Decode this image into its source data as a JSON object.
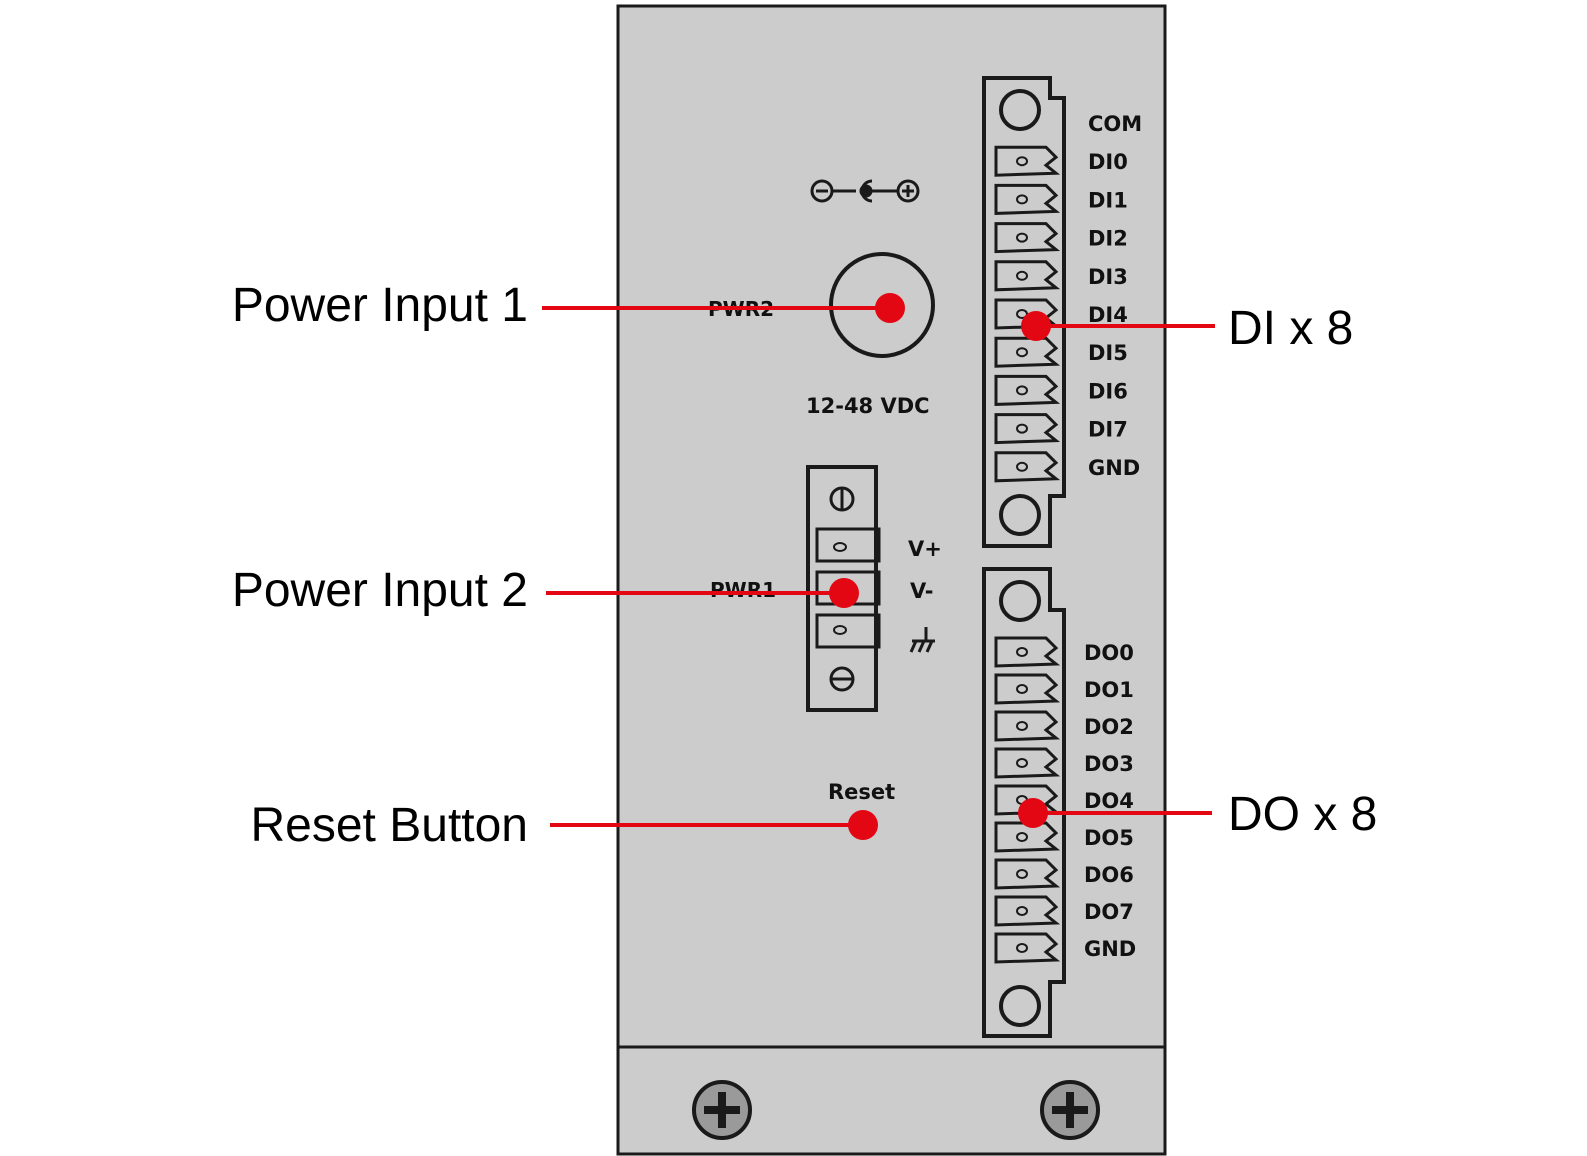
{
  "colors": {
    "panel": "#cccccc",
    "outline": "#1a1a1a",
    "callout_red": "#e30613",
    "screw": "#9a9a9a"
  },
  "callouts": {
    "power_input_1": "Power Input 1",
    "power_input_2": "Power Input 2",
    "reset_button": "Reset Button",
    "di_x8": "DI x 8",
    "do_x8": "DO x 8"
  },
  "panel": {
    "pwr2_label": "PWR2",
    "voltage_label": "12-48 VDC",
    "pwr1_label": "PWR1",
    "reset_label": "Reset",
    "pwr1_terminals": [
      "V+",
      "V-"
    ],
    "ground_icon": "ground-icon",
    "polarity_icon": "dc-polarity-icon",
    "di_terminals": [
      "COM",
      "DI0",
      "DI1",
      "DI2",
      "DI3",
      "DI4",
      "DI5",
      "DI6",
      "DI7",
      "GND"
    ],
    "do_terminals": [
      "DO0",
      "DO1",
      "DO2",
      "DO3",
      "DO4",
      "DO5",
      "DO6",
      "DO7",
      "GND"
    ]
  }
}
